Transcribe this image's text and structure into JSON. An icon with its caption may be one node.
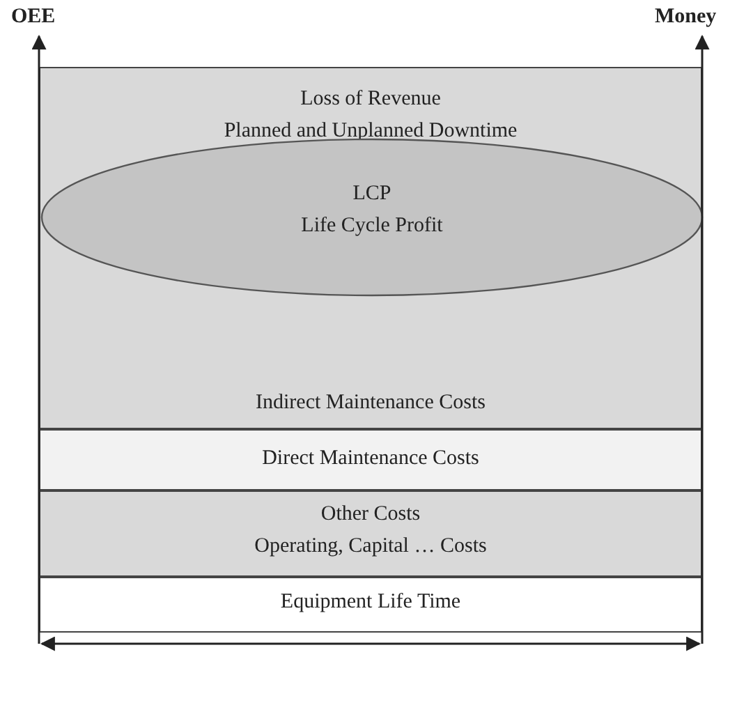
{
  "diagram": {
    "nodes": [
      {
        "text": [
          "Loss of Revenue",
          "Planned and Unplanned Downtime",
          "Indirect Maintenance Costs"
        ]
      },
      {
        "text": [
          "LCP",
          "Life Cycle Profit"
        ],
        "in": 0
      },
      {
        "text": [
          "Direct Maintenance Costs"
        ]
      },
      {
        "text": [
          "Other Costs",
          "Operating, Capital … Costs"
        ]
      },
      {
        "text": [
          "Equipment Life Time"
        ]
      }
    ],
    "edges": [],
    "labels": [
      "OEE",
      "Money"
    ]
  }
}
